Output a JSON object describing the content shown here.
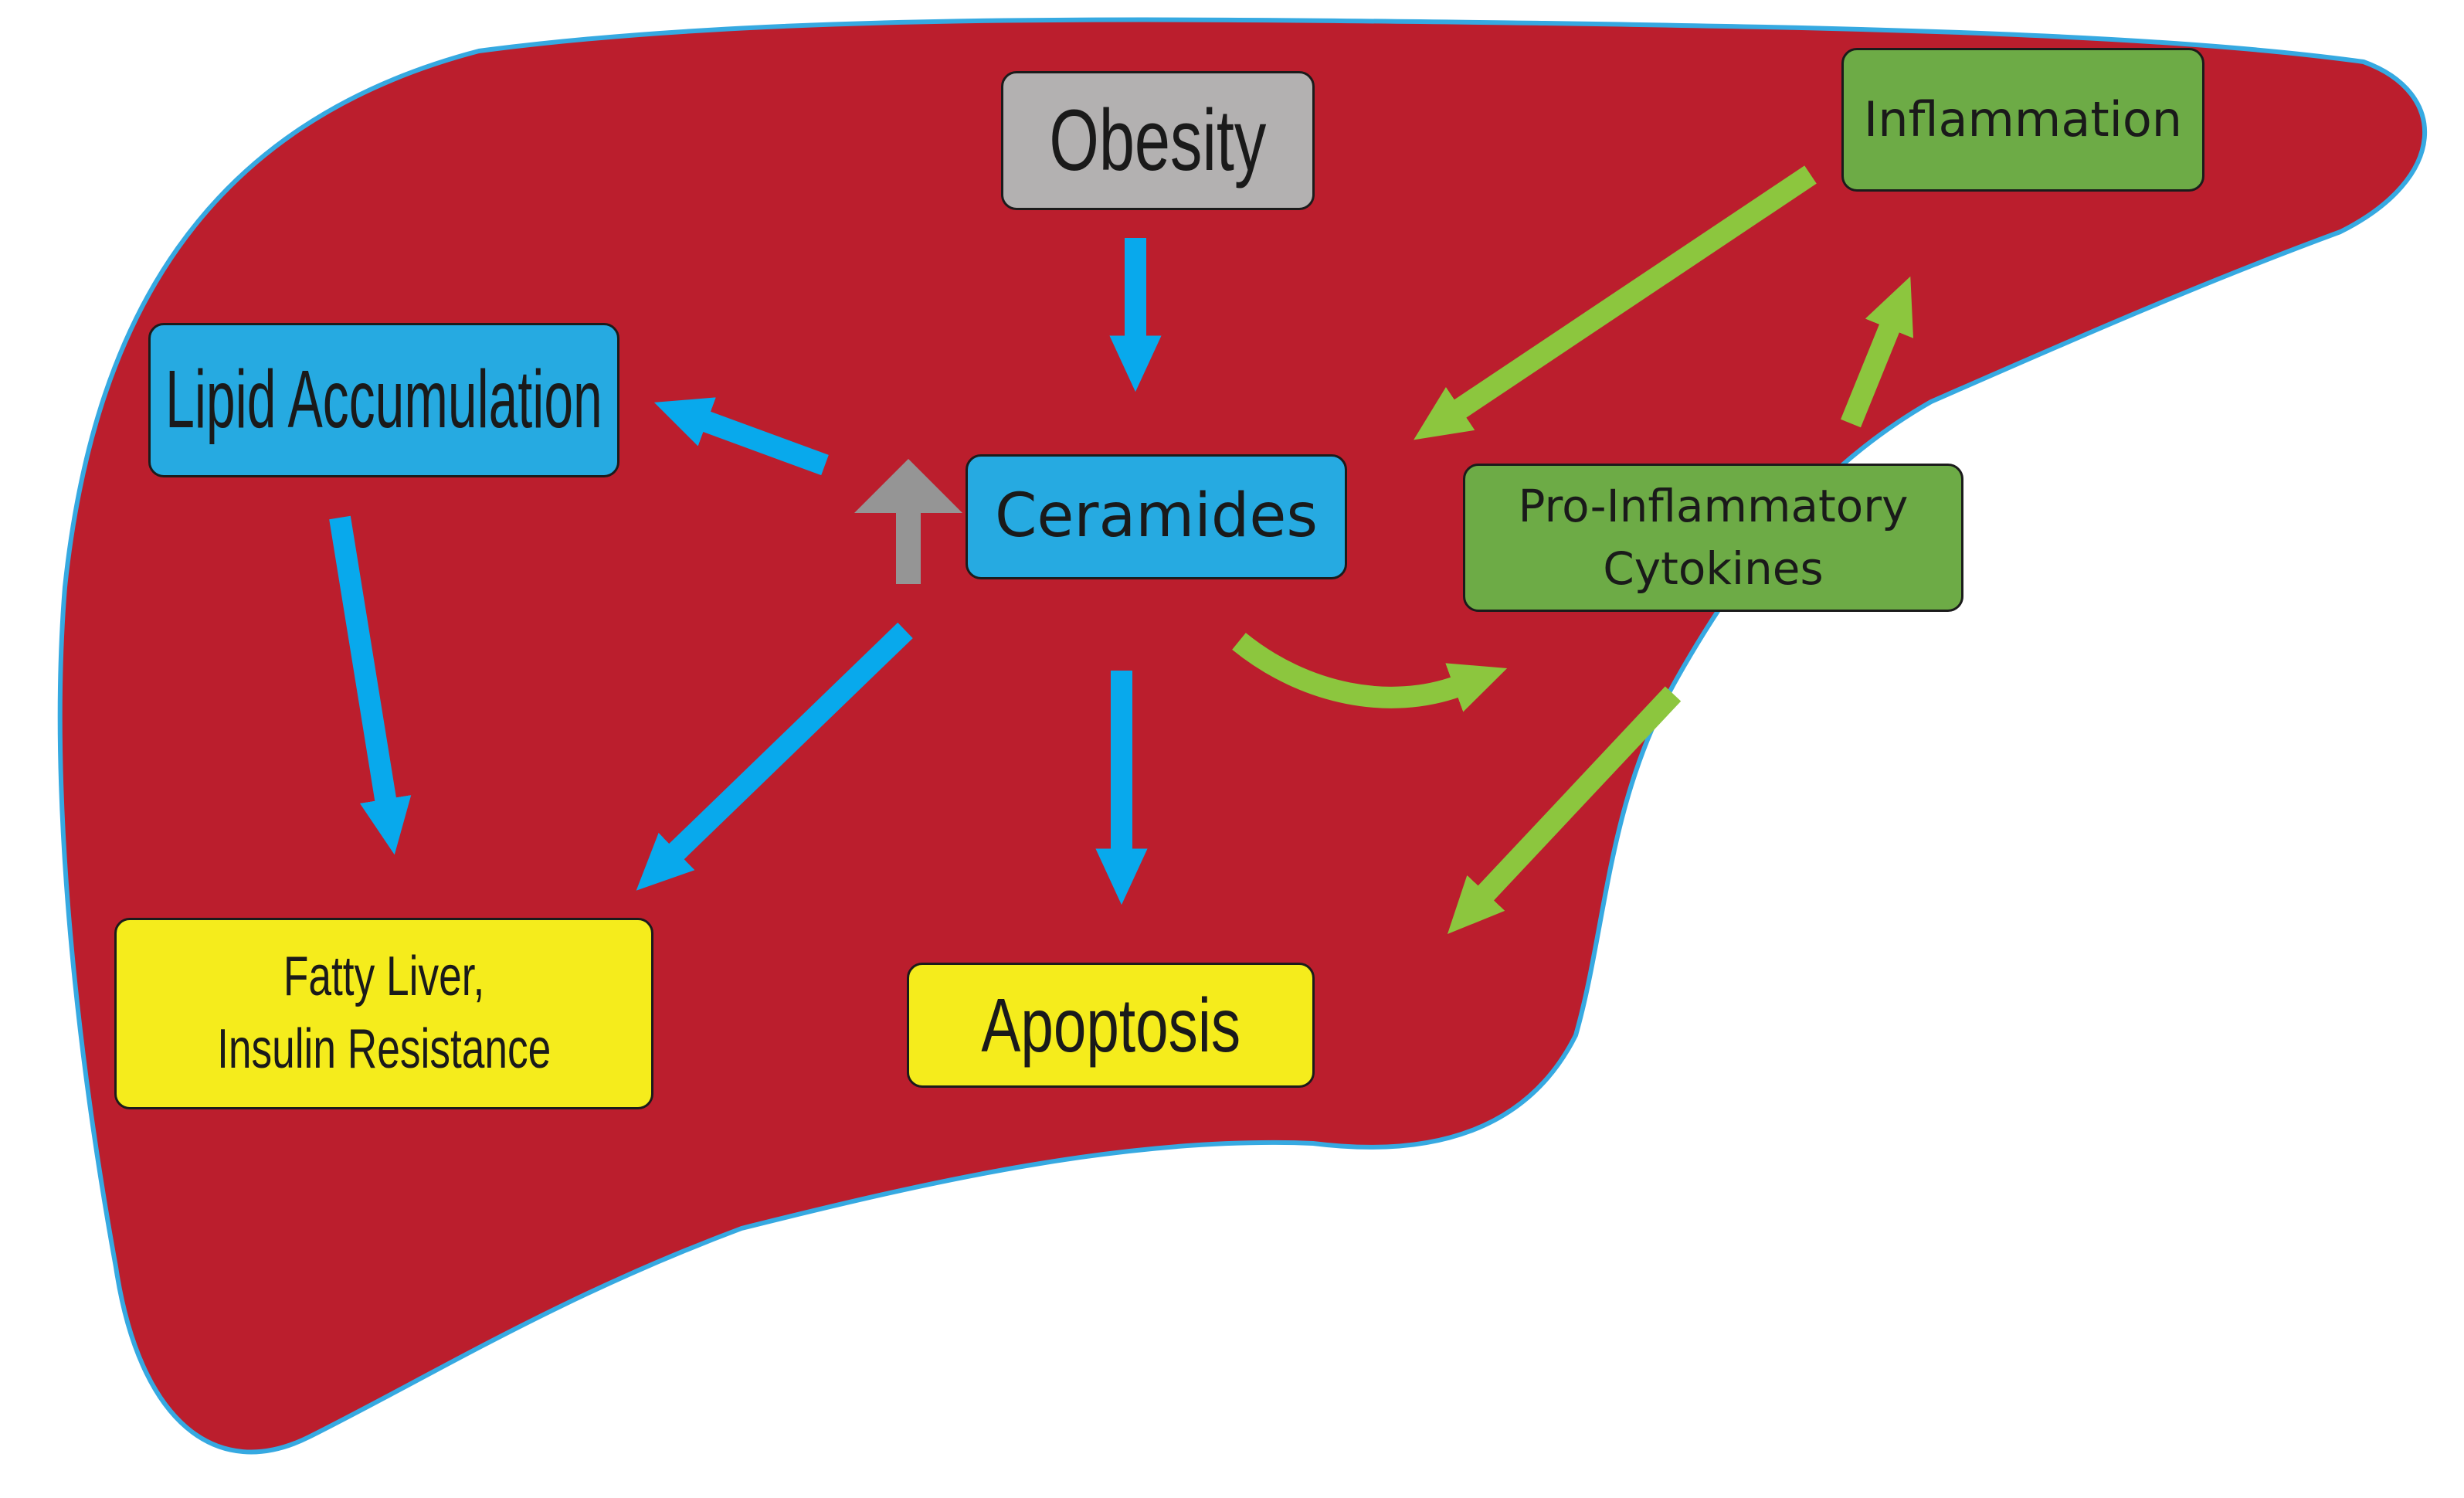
{
  "colors": {
    "liver_fill": "#bb1e2d",
    "liver_outline": "#36a9e1",
    "blue_box": "#26aae1",
    "green_box": "#6dab46",
    "yellow_box": "#f5ec1c",
    "gray_box": "#b3b1b1",
    "blue_arrow": "#08a9ec",
    "green_arrow": "#8cc63e",
    "gray_arrow": "#959595"
  },
  "nodes": {
    "obesity": "Obesity",
    "inflammation": "Inflammation",
    "lipid_accumulation": "Lipid Accumulation",
    "ceramides": "Ceramides",
    "cytokines_line1": "Pro-Inflammatory",
    "cytokines_line2": "Cytokines",
    "fatty_line1": "Fatty Liver,",
    "fatty_line2": "Insulin Resistance",
    "apoptosis": "Apoptosis"
  },
  "edges": [
    {
      "from": "Obesity",
      "to": "Ceramides",
      "color": "blue"
    },
    {
      "from": "Ceramides",
      "to": "Lipid Accumulation",
      "color": "blue"
    },
    {
      "from": "Lipid Accumulation",
      "to": "Fatty Liver, Insulin Resistance",
      "color": "blue"
    },
    {
      "from": "Ceramides",
      "to": "Fatty Liver, Insulin Resistance",
      "color": "blue"
    },
    {
      "from": "Ceramides",
      "to": "Apoptosis",
      "color": "blue"
    },
    {
      "from": "Ceramides",
      "to": "Pro-Inflammatory Cytokines",
      "color": "green"
    },
    {
      "from": "Pro-Inflammatory Cytokines",
      "to": "Inflammation",
      "color": "green"
    },
    {
      "from": "Inflammation",
      "to": "Ceramides",
      "color": "green"
    },
    {
      "from": "Pro-Inflammatory Cytokines",
      "to": "Apoptosis",
      "color": "green"
    }
  ],
  "markers": [
    {
      "name": "increase-arrow",
      "color": "gray",
      "direction": "up",
      "attached_to": "Ceramides"
    }
  ]
}
